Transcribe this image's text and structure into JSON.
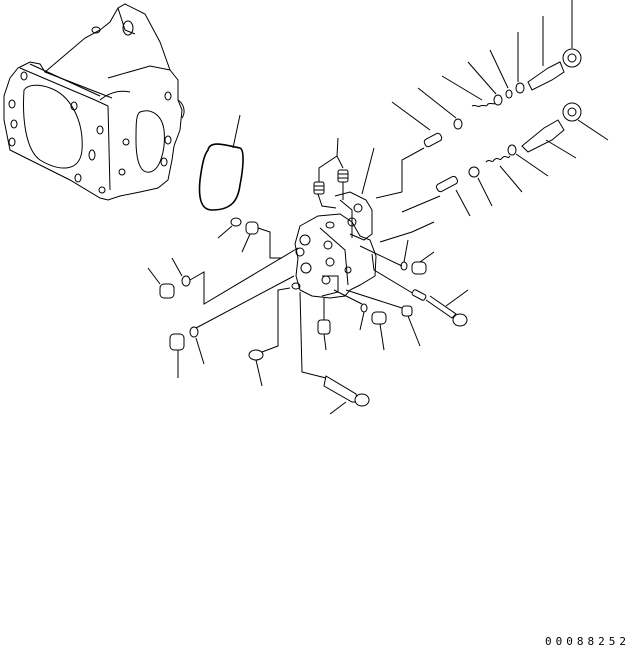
{
  "diagram": {
    "type": "exploded-parts-diagram",
    "figure_id": "00088252",
    "background": "#ffffff",
    "line_color": "#000000",
    "components": [
      "pump-housing",
      "gasket-o-ring-large",
      "valve-body",
      "spool-assembly-upper",
      "spool-assembly-lower",
      "adjust-nut-upper",
      "adjust-nut-lower",
      "adjust-screw-upper",
      "adjust-screw-lower",
      "spring-upper",
      "spring-lower",
      "seat-upper",
      "seat-lower",
      "o-ring-small",
      "plugs",
      "bolts",
      "fittings"
    ]
  }
}
